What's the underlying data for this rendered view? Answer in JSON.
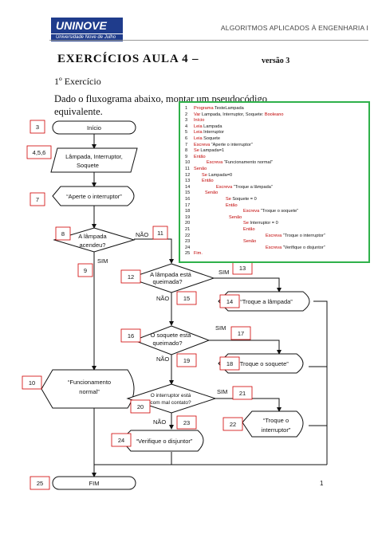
{
  "header": {
    "logo_main": "UNINOVE",
    "logo_sub": "Universidade Nove de Julho",
    "course": "ALGORITMOS APLICADOS À ENGENHARIA I"
  },
  "title": {
    "main": "EXERCÍCIOS AULA 4 –",
    "version": "versão 3"
  },
  "section": "1º Exercício",
  "prompt": "Dado o fluxograma abaixo, montar um pseudocódigo equivalente.",
  "flow": {
    "inicio": "Início",
    "decl": [
      "Lâmpada, Interruptor,",
      "Soquete"
    ],
    "aperte": "“Aperte o interruptor”",
    "d1": [
      "A lâmpada",
      "acendeu?"
    ],
    "nao": "NÃO",
    "sim": "SIM",
    "funcionamento": [
      "“Funcionamento",
      "normal”"
    ],
    "d2": [
      "A lâmpada está",
      "queimada?"
    ],
    "troque_lampada": "“Troque a lâmpada”",
    "d3": [
      "O soquete está",
      "queimado?"
    ],
    "troque_soquete": "“Troque o soquete”",
    "d4": [
      "O interruptor está",
      "com mal contato?"
    ],
    "troque_interruptor": [
      "“Troque o",
      "interruptor”"
    ],
    "disjuntor": "“Verifique o disjuntor”",
    "fim": "FIM"
  },
  "numbers": [
    "3",
    "4,5,6",
    "7",
    "8",
    "11",
    "9",
    "12",
    "13",
    "15",
    "14",
    "10",
    "16",
    "17",
    "19",
    "18",
    "20",
    "21",
    "23",
    "22",
    "24",
    "25"
  ],
  "code": [
    [
      "1",
      "Programa",
      " TesteLampada"
    ],
    [
      "2",
      "Var",
      " Lampada, Interruptor, Soquete: ",
      "Booleano"
    ],
    [
      "3",
      "Início",
      ""
    ],
    [
      "4",
      "Leia",
      " Lampada"
    ],
    [
      "5",
      "Leia",
      " Interruptor"
    ],
    [
      "6",
      "Leia",
      " Soquete"
    ],
    [
      "7",
      "Escreva",
      " “Aperte o interruptor”"
    ],
    [
      "8",
      "Se",
      " Lampada=1"
    ],
    [
      "9",
      "Então",
      ""
    ],
    [
      "10",
      "Escreva",
      " “Funcionamento normal”"
    ],
    [
      "11",
      "Senão",
      ""
    ],
    [
      "12",
      "Se",
      " Lampada=0"
    ],
    [
      "13",
      "Então",
      ""
    ],
    [
      "14",
      "Escreva",
      " “Troque a lâmpada”"
    ],
    [
      "15",
      "Senão",
      ""
    ],
    [
      "16",
      "Se",
      " Soquete = 0"
    ],
    [
      "17",
      "Então",
      ""
    ],
    [
      "18",
      "Escreva",
      " “Troque o soquete”"
    ],
    [
      "19",
      "Senão",
      ""
    ],
    [
      "20",
      "Se",
      " Interruptor = 0"
    ],
    [
      "21",
      "Então",
      ""
    ],
    [
      "22",
      "Escreva",
      " “Troque o interruptor”"
    ],
    [
      "23",
      "Senão",
      ""
    ],
    [
      "24",
      "Escreva",
      " “Verifique o disjuntor”"
    ],
    [
      "25",
      "Fim.",
      ""
    ]
  ],
  "page_number": "1",
  "colors": {
    "border_green": "#2fb14a",
    "keyword_red": "#c00000",
    "number_red": "#d00000",
    "logo_blue": "#1f3c8c"
  }
}
